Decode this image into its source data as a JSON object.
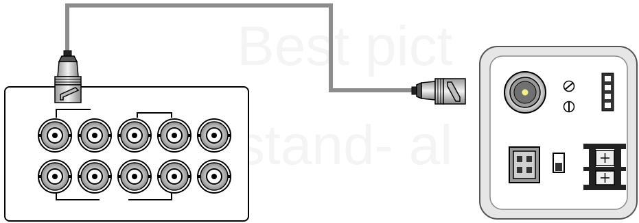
{
  "watermark": {
    "line1": "Best pict",
    "line2": "stand- al"
  },
  "colors": {
    "cable": "#8c8c8c",
    "outline": "#000000",
    "connector_fill": "#c8c8c8",
    "camera_panel": "#e6e6e6",
    "camera_face": "#ffffff",
    "lens_glow": "#f7f08a"
  },
  "components": {
    "dvr_panel": {
      "bnc_rows": 2,
      "bnc_per_row": 5,
      "bracket_groups": 2
    },
    "cable": {
      "type": "coaxial",
      "connectors": [
        "bnc-plug-top",
        "bnc-plug-side"
      ]
    },
    "camera_back": {
      "video_out": "bnc-jack",
      "screws": 2,
      "dip_switches": 4,
      "power_plug": "4-pin",
      "slide_switch": "1",
      "terminals": 2
    }
  }
}
